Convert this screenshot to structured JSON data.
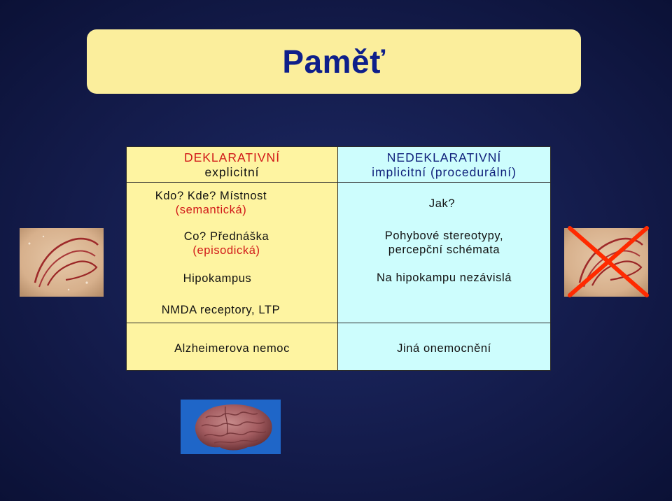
{
  "title": "Paměť",
  "declarative": {
    "heading_1": "DEKLARATIVNÍ",
    "heading_2": "explicitní",
    "where_1": "Kdo? Kde?  Místnost",
    "where_2": "(semantická)",
    "what_1": "Co? Přednáška",
    "what_2": "(episodická)",
    "structure": "Hipokampus",
    "mechanism": "NMDA receptory, LTP",
    "disease": "Alzheimerova nemoc"
  },
  "nondeclarative": {
    "heading_1": "NEDEKLARATIVNÍ",
    "heading_2": "implicitní (procedurální)",
    "how": "Jak?",
    "examples_1": "Pohybové stereotypy,",
    "examples_2": "percepční schémata",
    "structure": "Na hipokampu nezávislá",
    "disease": "Jiná onemocnění"
  },
  "colors": {
    "background": "#141c4c",
    "title_box": "#fbee9c",
    "title_text": "#0e1f8a",
    "declarative_cells": "#fef4a1",
    "nondeclarative_cells": "#cdfdfd",
    "heading_red": "#d11818",
    "heading_blue": "#0e1f7a",
    "cross_mark": "#ff2a00"
  },
  "images": {
    "left_photo": "hippocampus-section",
    "right_photo": "hippocampus-section-crossed-out",
    "bottom_photo": "human-brain"
  }
}
